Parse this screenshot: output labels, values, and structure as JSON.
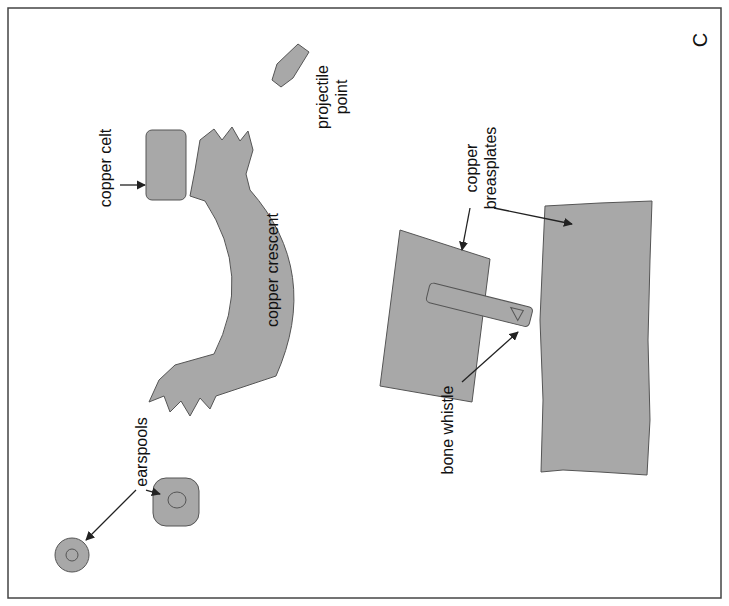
{
  "diagram": {
    "nodes": [
      {
        "text": [
          "copper crescent"
        ]
      }
    ],
    "labels": [
      "C",
      "projectile point",
      "copper celt",
      "earspools",
      "copper breasplates",
      "bone whistle"
    ]
  }
}
